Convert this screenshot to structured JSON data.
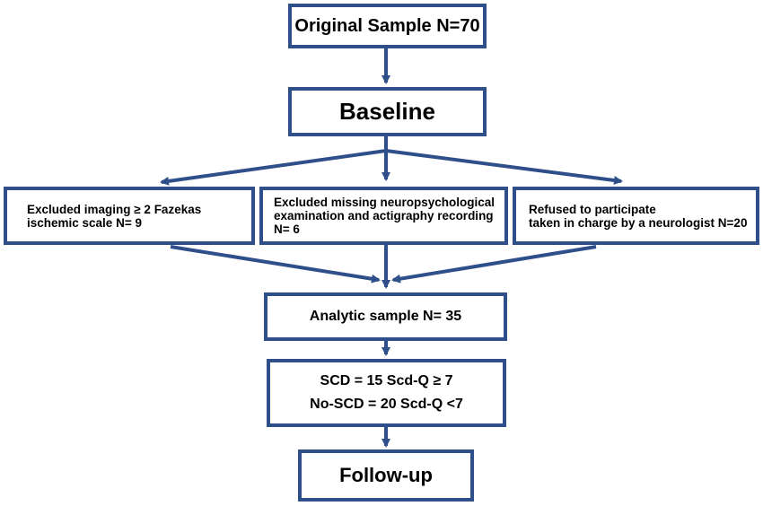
{
  "boxes": {
    "original": "Original Sample N=70",
    "baseline": "Baseline",
    "excluded_imaging": [
      "Excluded  imaging  ≥ 2 Fazekas",
      "ischemic scale N= 9"
    ],
    "excluded_missing": [
      "Excluded  missing  neuropsychological",
      "examination  and actigraphy recording",
      "N= 6"
    ],
    "refused": [
      "Refused to participate",
      "taken in charge by a neurologist N=20"
    ],
    "analytic": "Analytic sample N= 35",
    "groups": [
      "SCD = 15 Scd-Q ≥ 7",
      "No-SCD = 20 Scd-Q <7"
    ],
    "followup": "Follow-up"
  },
  "colors": {
    "box_border": "#2f4f8a",
    "arrow": "#2f4f8a"
  }
}
